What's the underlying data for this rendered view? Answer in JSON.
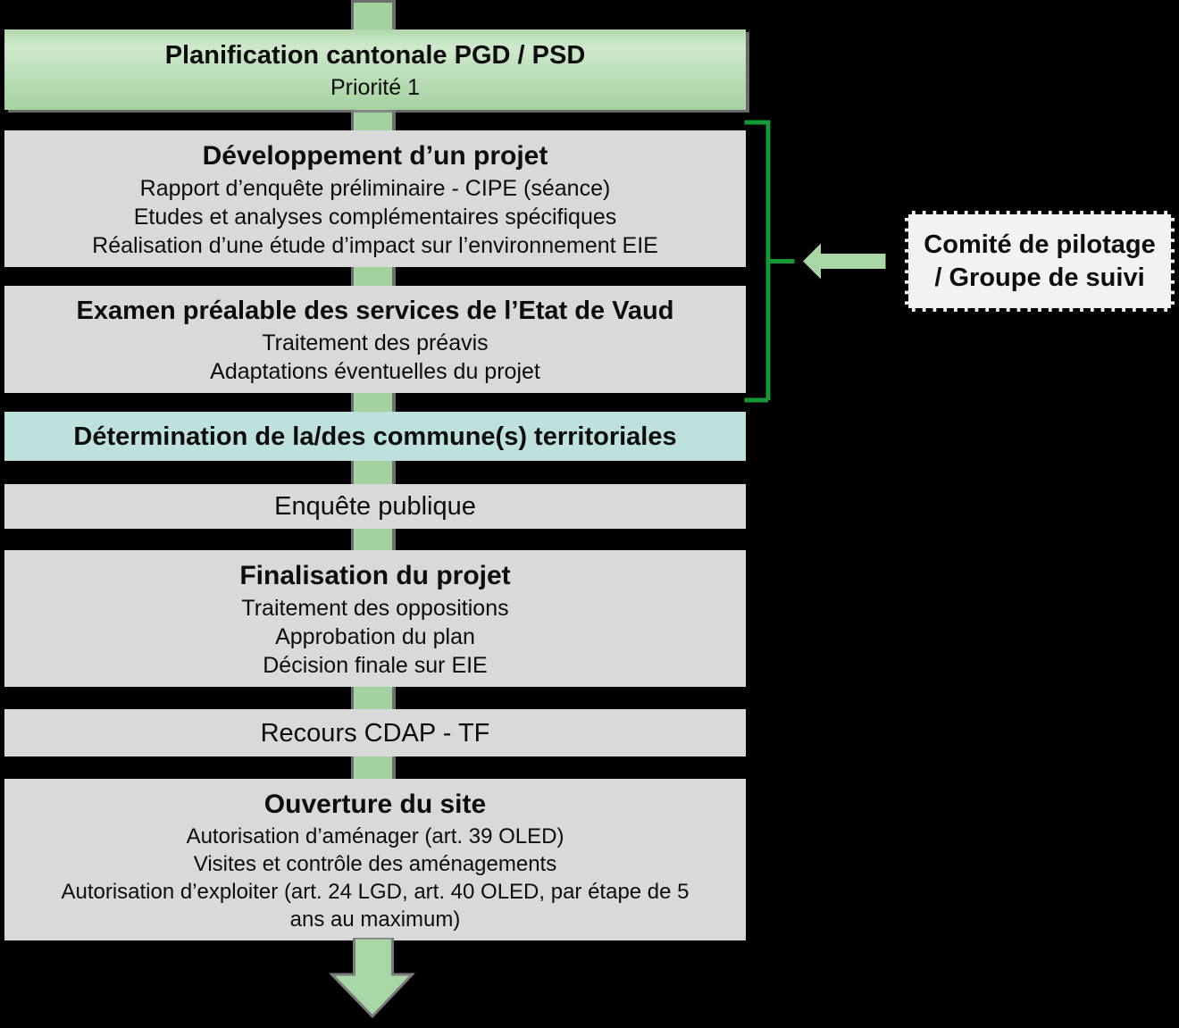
{
  "flow": {
    "steps": [
      {
        "style": "green-gradient",
        "title": "Planification cantonale PGD / PSD",
        "lines": [
          "Priorité 1"
        ]
      },
      {
        "style": "gray",
        "title": "Développement d’un projet",
        "lines": [
          "Rapport d’enquête préliminaire - CIPE (séance)",
          "Etudes et analyses complémentaires spécifiques",
          "Réalisation d’une étude d’impact sur l’environnement EIE"
        ]
      },
      {
        "style": "gray",
        "title": "Examen préalable des services de l’Etat de Vaud",
        "lines": [
          "Traitement des préavis",
          "Adaptations éventuelles du projet"
        ]
      },
      {
        "style": "teal",
        "title": "Détermination de la/des commune(s) territoriales",
        "lines": []
      },
      {
        "style": "gray",
        "title": "Enquête publique",
        "title_weight": "regular",
        "lines": []
      },
      {
        "style": "gray",
        "title": "Finalisation du projet",
        "lines": [
          "Traitement des oppositions",
          "Approbation du plan",
          "Décision finale sur EIE"
        ]
      },
      {
        "style": "gray",
        "title": "Recours CDAP - TF",
        "title_weight": "regular",
        "lines": []
      },
      {
        "style": "gray",
        "title": "Ouverture du site",
        "lines": [
          "Autorisation d’aménager (art. 39 OLED)",
          "Visites et contrôle des aménagements",
          "Autorisation d’exploiter (art. 24 LGD, art. 40 OLED, par étape de 5",
          "ans au maximum)"
        ]
      }
    ]
  },
  "annotation_box": {
    "lines": [
      "Comité de pilotage",
      "/ Groupe de suivi"
    ]
  },
  "colors": {
    "background": "#000000",
    "box_gray": "#d9d9d9",
    "box_green_light": "#cfe9cc",
    "box_green_dark": "#a5d1a1",
    "box_teal": "#bde2de",
    "connector_fill": "#a2d29f",
    "connector_border": "#6f6f6f",
    "bracket_green": "#149a35",
    "side_arrow_green": "#a8d6a4",
    "note_fill": "#f2f2f2",
    "note_border": "#000000",
    "text": "#0d0d0d"
  }
}
